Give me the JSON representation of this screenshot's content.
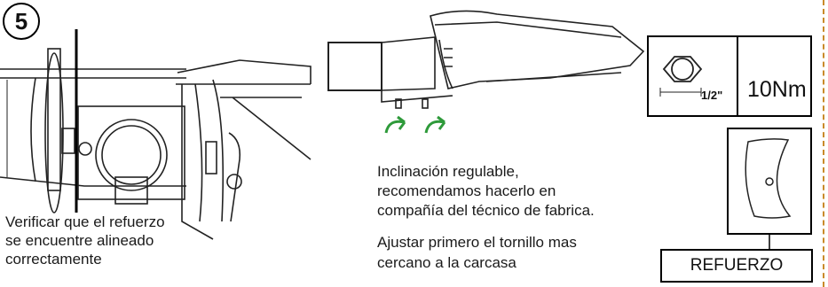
{
  "step": {
    "number": "5"
  },
  "left": {
    "caption": [
      "Verificar que el refuerzo",
      "se encuentre alineado",
      "correctamente"
    ]
  },
  "middle": {
    "caption1": [
      "Inclinación regulable,",
      "recomendamos hacerlo en",
      "compañía del técnico de fabrica."
    ],
    "caption2": [
      "Ajustar primero el tornillo mas",
      "cercano a la carcasa"
    ]
  },
  "torque": {
    "dimension": "1/2\"",
    "value": "10Nm"
  },
  "refuerzo": {
    "label": "REFUERZO"
  },
  "icons": [
    "hex-bolt-icon",
    "rotate-arrow-icon",
    "reinforcement-plate-icon"
  ],
  "colors": {
    "arrow": "#2e9a3a",
    "dashed_border": "#c98a2a"
  }
}
